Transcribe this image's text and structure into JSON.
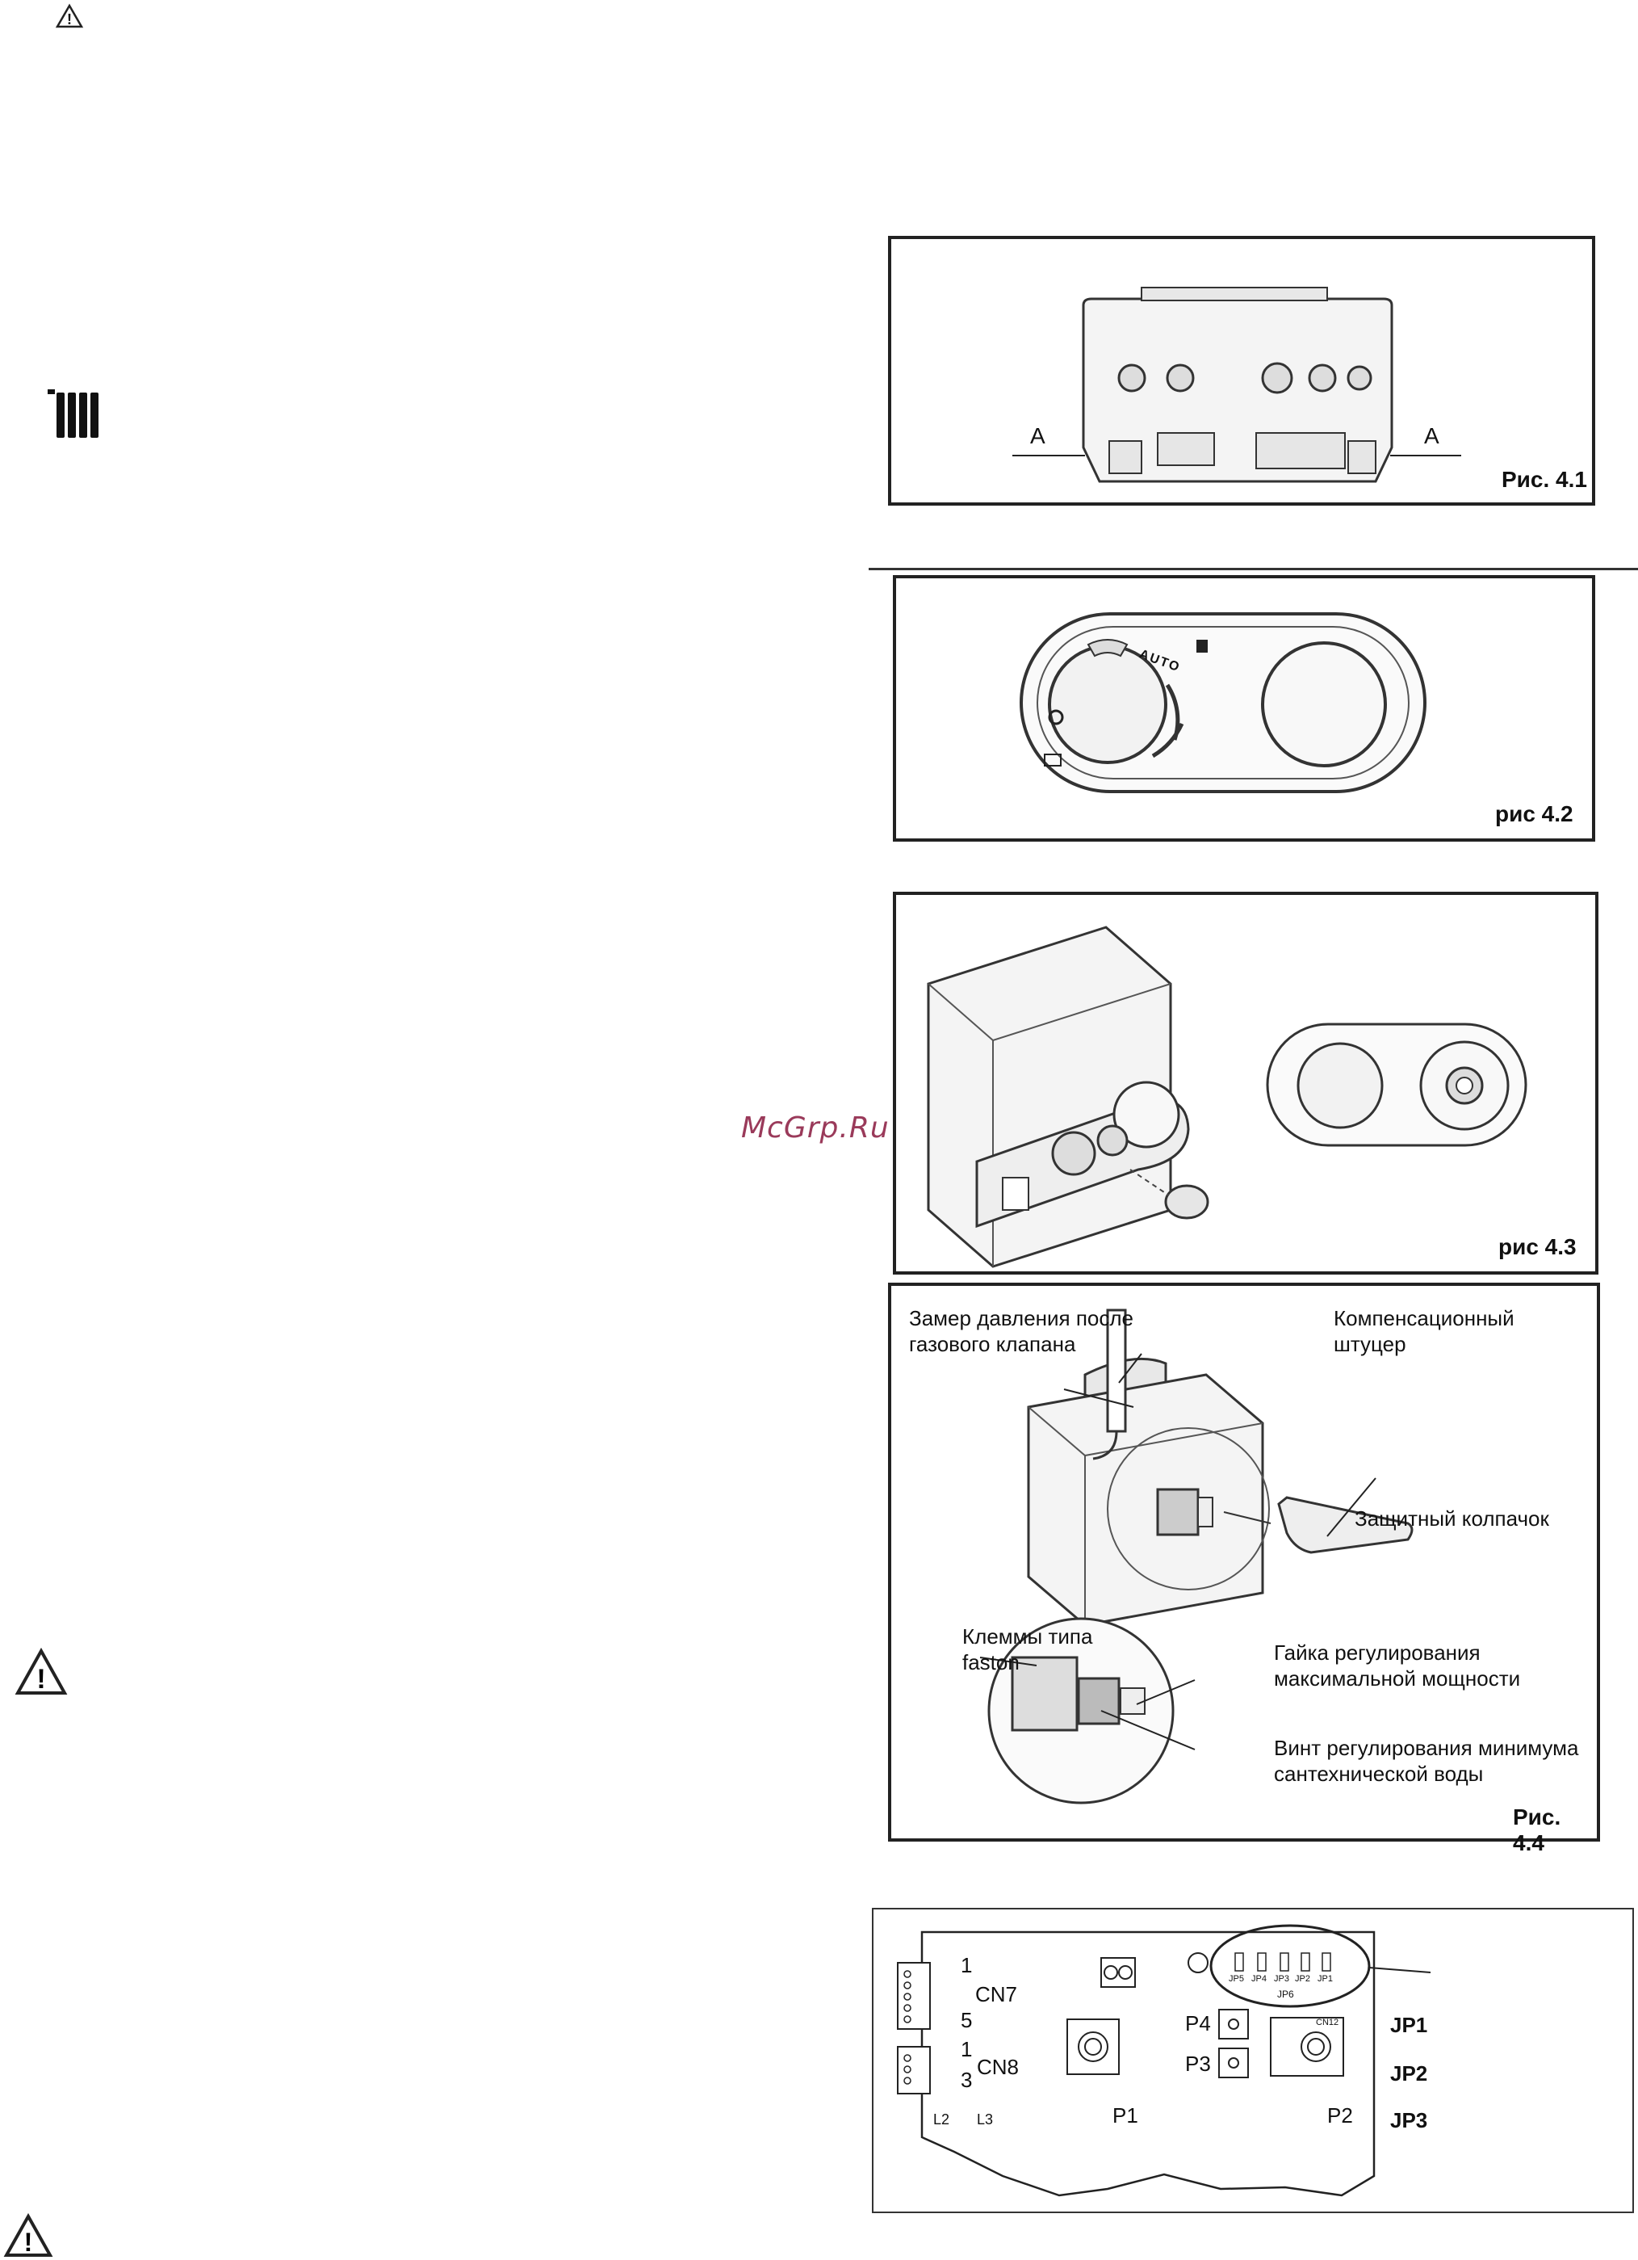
{
  "watermark": "McGrp.Ru",
  "fig41": {
    "label": "Рис. 4.1",
    "marker_left": "A",
    "marker_right": "A"
  },
  "fig42": {
    "label": "рис 4.2",
    "dial_text": "AUTO"
  },
  "fig43": {
    "label": "рис 4.3"
  },
  "fig44": {
    "label": "Рис. 4.4",
    "callouts": [
      "Замер давления после газового клапана",
      "Компенсационный штуцер",
      "Защитный колпачок",
      "Клеммы типа faston",
      "Гайка регулирования максимальной мощности",
      "Винт регулирования минимума сантехнической воды"
    ]
  },
  "board": {
    "cn7": "CN7",
    "cn7_pin1": "1",
    "cn7_pin5": "5",
    "cn8": "CN8",
    "cn8_pin1": "1",
    "cn8_pin3": "3",
    "l2": "L2",
    "l3": "L3",
    "p1": "P1",
    "p2": "P2",
    "p3": "P3",
    "p4": "P4",
    "cn12": "CN12",
    "jp6": "JP6",
    "jumpers": [
      "JP5",
      "JP4",
      "JP3",
      "JP2",
      "JP1"
    ],
    "right_labels": [
      "JP1",
      "JP2",
      "JP3"
    ]
  }
}
